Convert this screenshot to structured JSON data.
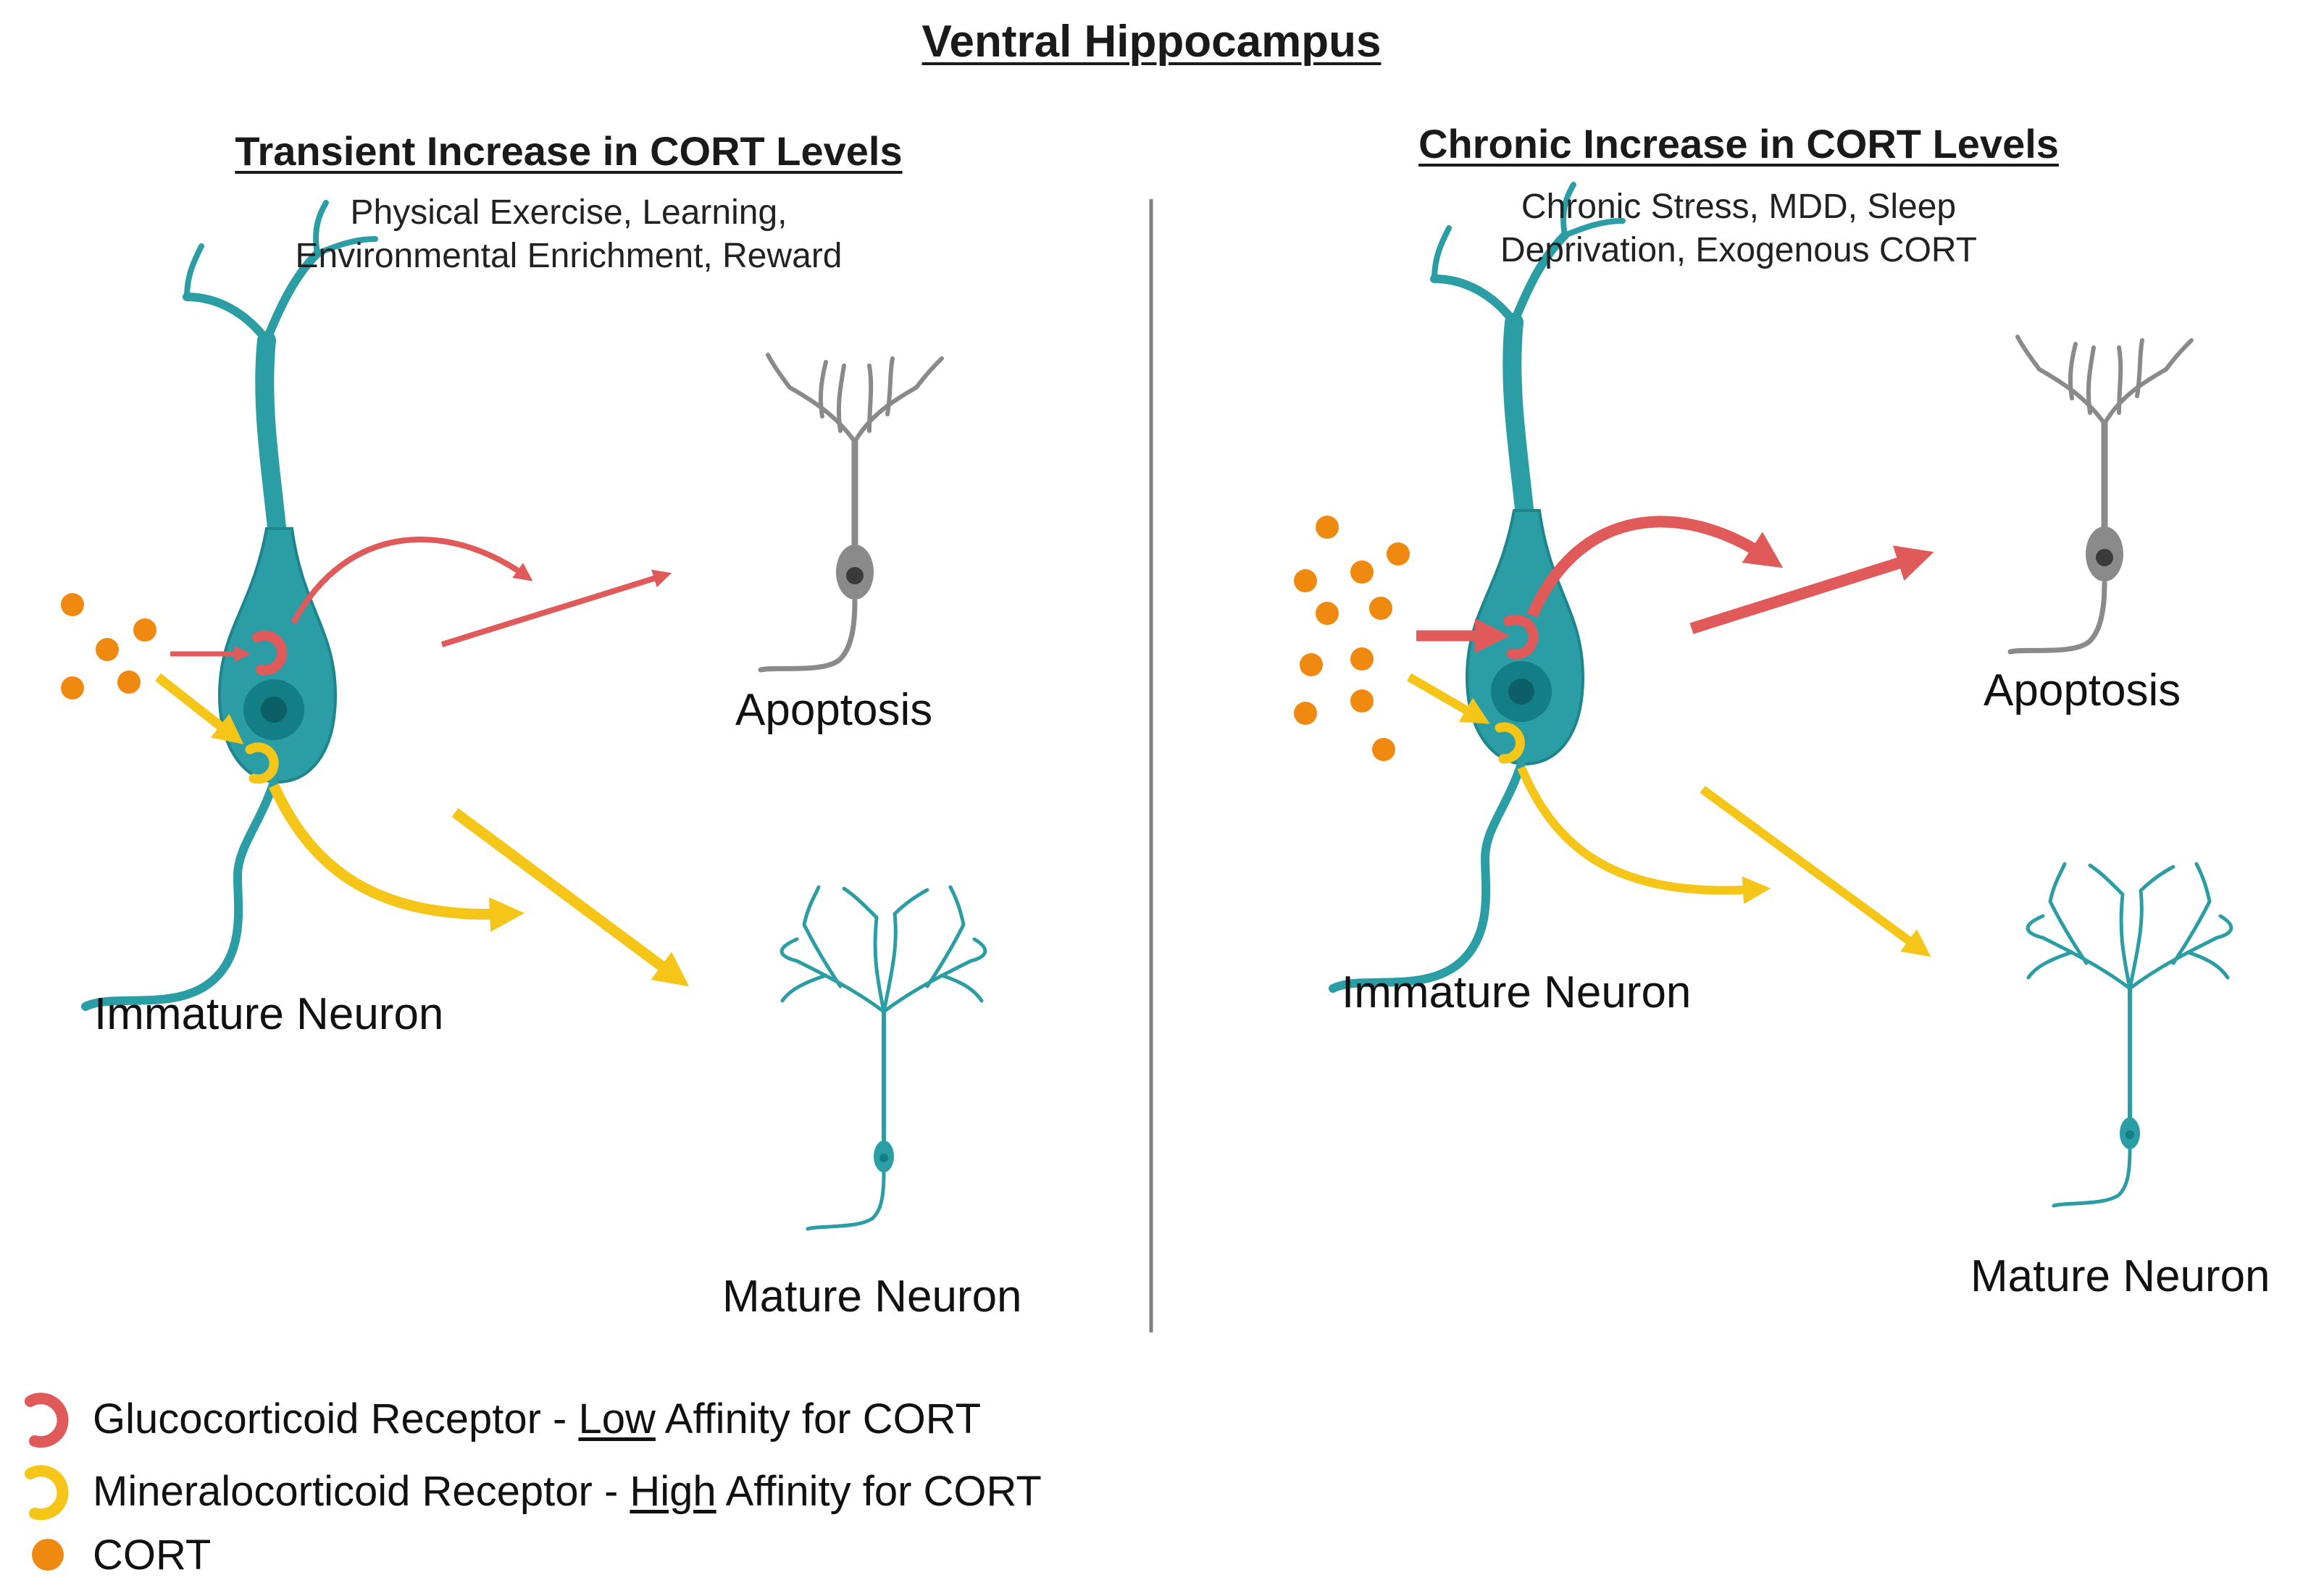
{
  "title": "Ventral Hippocampus",
  "left_panel": {
    "heading": "Transient Increase in CORT Levels",
    "causes_line1": "Physical Exercise, Learning,",
    "causes_line2": "Environmental Enrichment, Reward",
    "immature_label": "Immature Neuron",
    "apoptosis_label": "Apoptosis",
    "mature_label": "Mature Neuron"
  },
  "right_panel": {
    "heading": "Chronic Increase in CORT Levels",
    "causes_line1": "Chronic Stress, MDD, Sleep",
    "causes_line2": "Deprivation, Exogenous CORT",
    "immature_label": "Immature Neuron",
    "apoptosis_label": "Apoptosis",
    "mature_label": "Mature Neuron"
  },
  "legend": {
    "gr_prefix": "Glucocorticoid Receptor - ",
    "gr_emph": "Low",
    "gr_suffix": " Affinity for CORT",
    "mr_prefix": "Mineralocorticoid Receptor - ",
    "mr_emph": "High",
    "mr_suffix": " Affinity for CORT",
    "cort": "CORT"
  },
  "colors": {
    "neuron_teal": "#2a9da5",
    "nucleus": "#137e86",
    "glucocorticoid_red": "#e05a5a",
    "mineralocorticoid_yellow": "#f5c518",
    "cort_orange": "#f0890f",
    "apoptotic_gray": "#8a8a8a",
    "divider": "#808080"
  }
}
